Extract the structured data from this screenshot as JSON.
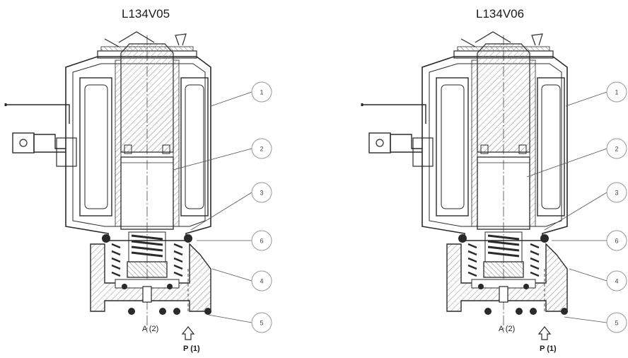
{
  "figures": [
    {
      "title": "L134V05",
      "port_a": "A (2)",
      "port_p": "P (1)"
    },
    {
      "title": "L134V06",
      "port_a": "A (2)",
      "port_p": "P (1)"
    }
  ],
  "callouts": [
    "1",
    "2",
    "3",
    "6",
    "4",
    "5"
  ],
  "colors": {
    "line": "#2a2a2a",
    "hatch": "#8a8a8a",
    "callout": "#999999"
  }
}
